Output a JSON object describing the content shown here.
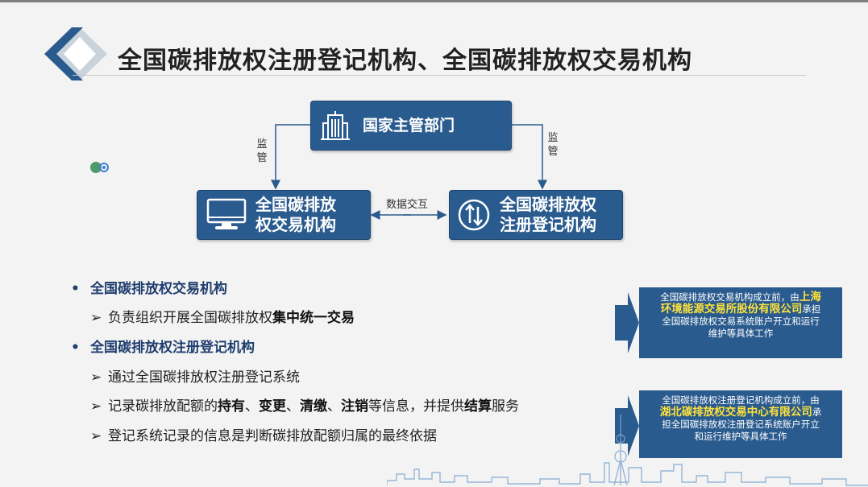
{
  "title": "全国碳排放权注册登记机构、全国碳排放权交易机构",
  "diagram": {
    "authority": {
      "label": "国家主管部门",
      "icon": "building-icon"
    },
    "trading": {
      "label_line1": "全国碳排放",
      "label_line2": "权交易机构",
      "icon": "monitor-icon"
    },
    "registry": {
      "label_line1": "全国碳排放权",
      "label_line2": "注册登记机构",
      "icon": "transfer-icon"
    },
    "edges": {
      "supervise_left": [
        "监",
        "管"
      ],
      "supervise_right": [
        "监",
        "管"
      ],
      "data_exchange": "数据交互"
    }
  },
  "bullets": {
    "item1": {
      "marker": "•",
      "text": "全国碳排放权交易机构"
    },
    "item1_sub1": {
      "marker": "➢",
      "pre": "负责组织开展全国碳排放权",
      "bold": "集中统一交易"
    },
    "item2": {
      "marker": "•",
      "text": "全国碳排放权注册登记机构"
    },
    "item2_sub1": {
      "marker": "➢",
      "text": "通过全国碳排放权注册登记系统"
    },
    "item2_sub2": {
      "marker": "➢",
      "t1": "记录碳排放配额的",
      "b1": "持有",
      "t2": "、",
      "b2": "变更",
      "t3": "、",
      "b3": "清缴",
      "t4": "、",
      "b4": "注销",
      "t5": "等信息，并提供",
      "b5": "结算",
      "t6": "服务"
    },
    "item2_sub3": {
      "marker": "➢",
      "text": "登记系统记录的信息是判断碳排放配额归属的最终依据"
    }
  },
  "callouts": {
    "c1": {
      "line1_pre": "全国碳排放权交易机构成立前，由",
      "line1_hl": "上海",
      "line2_hl": "环境能源交易所股份有限公司",
      "line2_post": "承担",
      "line3": "全国碳排放权交易系统账户开立和运行",
      "line4": "维护等具体工作"
    },
    "c2": {
      "line1": "全国碳排放权注册登记机构成立前，由",
      "line2_hl": "湖北碳排放权交易中心有限公司",
      "line2_post": "承",
      "line3": "担全国碳排放权注册登记系统账户开立",
      "line4": "和运行维护等具体工作"
    }
  },
  "colors": {
    "node": "#2a5b8e",
    "highlight": "#ffe23a",
    "heading": "#1f3e6e"
  }
}
